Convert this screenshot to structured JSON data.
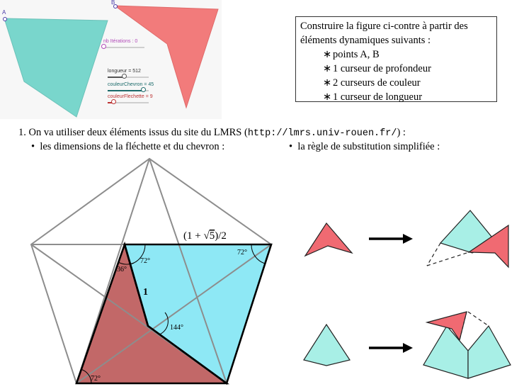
{
  "screenshot": {
    "point_a": "A",
    "point_b": "B",
    "slider_iterations": "nb Itérations : 0",
    "slider_length": "longueur = 512",
    "slider_chevron_color": "couleurChevron = 45",
    "slider_dart_color": "couleurFlechette = 9"
  },
  "instruction_box": {
    "intro": "Construire la figure ci-contre à partir des éléments dynamiques suivants :",
    "bullet_symbol": "∗",
    "items": [
      "points A, B",
      "1 curseur de profondeur",
      "2 curseurs de couleur",
      "1 curseur de longueur"
    ]
  },
  "question": {
    "number": "1.",
    "text": "On va utiliser deux éléments issus du site du LMRS (",
    "url": "http://lmrs.univ-rouen.fr/",
    "text_end": ") :"
  },
  "bullets": {
    "symbol": "•",
    "left": "les dimensions de la fléchette et du chevron :",
    "right": "la règle de substitution simplifiée :"
  },
  "geometry_labels": {
    "ratio_prefix": "(1 + ",
    "ratio_radicand": "5",
    "ratio_suffix": ")/2",
    "unit_side": "1",
    "angle_top": "72°",
    "angle_right": "72°",
    "angle_left": "36°",
    "angle_middle": "144°",
    "angle_bottom": "72°"
  },
  "colors": {
    "chevron": "#8ee8f5",
    "dart": "#c26868",
    "screen_chevron": "#79d6cc",
    "screen_dart": "#f27b7b",
    "rule_dart": "#f06a72",
    "rule_chevron": "#a8efe6"
  }
}
